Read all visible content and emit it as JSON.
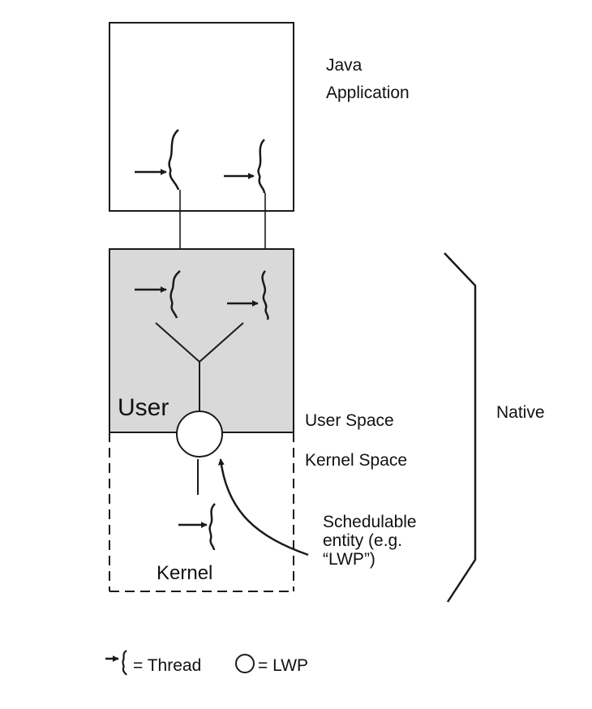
{
  "colors": {
    "stroke": "#1a1a1a",
    "user_region_fill": "#d9d9d9",
    "background": "#ffffff"
  },
  "labels": {
    "java_app_line1": "Java",
    "java_app_line2": "Application",
    "user": "User",
    "kernel": "Kernel",
    "user_space": "User Space",
    "kernel_space": "Kernel Space",
    "native": "Native",
    "schedulable_line1": "Schedulable",
    "schedulable_line2": "entity (e.g.",
    "schedulable_line3": "“LWP”)"
  },
  "legend": {
    "thread_icon": "thread-icon",
    "thread_label": "= Thread",
    "lwp_icon": "lwp-circle-icon",
    "lwp_label": "= LWP"
  }
}
